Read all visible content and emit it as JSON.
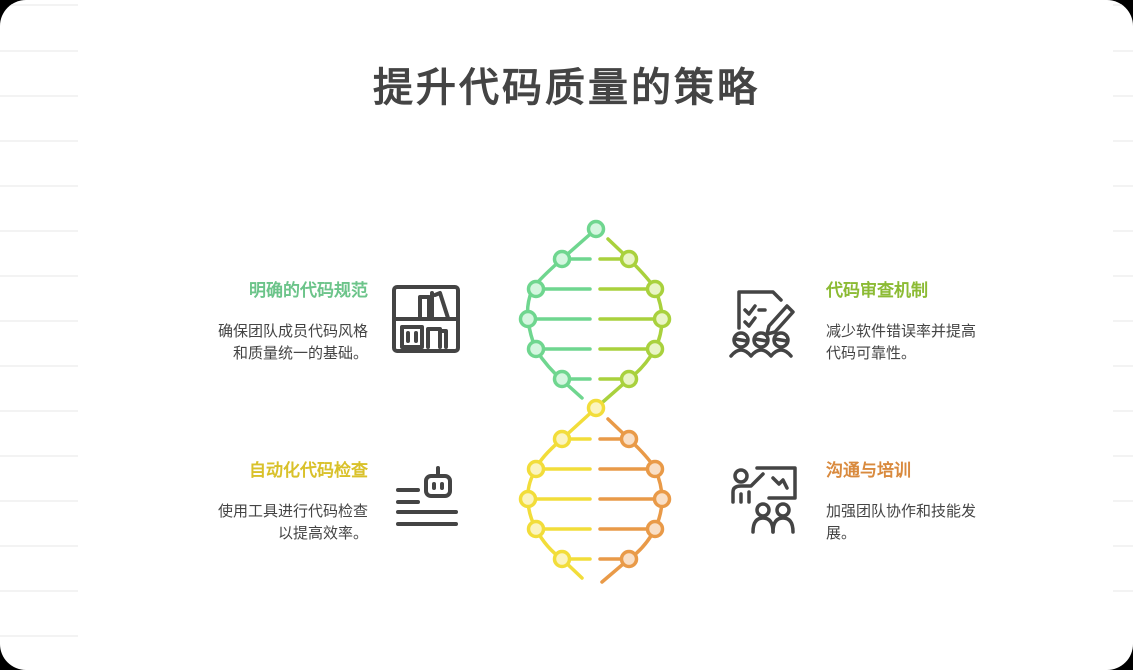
{
  "title": "提升代码质量的策略",
  "colors": {
    "green": "#6fd68f",
    "lime": "#a9d13d",
    "yellow": "#f2dd3a",
    "orange": "#e99a48",
    "text": "#444444"
  },
  "strategies": [
    {
      "heading": "明确的代码规范",
      "description_line1": "确保团队成员代码风格",
      "description_line2": "和质量统一的基础。",
      "icon": "bookshelf-icon",
      "color": "#6cc48a"
    },
    {
      "heading": "代码审查机制",
      "description_line1": "减少软件错误率并提高",
      "description_line2": "代码可靠性。",
      "icon": "team-review-checklist-icon",
      "color": "#8cbb34"
    },
    {
      "heading": "自动化代码检查",
      "description_line1": "使用工具进行代码检查",
      "description_line2": "以提高效率。",
      "icon": "robot-lines-icon",
      "color": "#d9c12a"
    },
    {
      "heading": "沟通与培训",
      "description_line1": "加强团队协作和技能发",
      "description_line2": "展。",
      "icon": "presentation-training-icon",
      "color": "#d98a3e"
    }
  ]
}
